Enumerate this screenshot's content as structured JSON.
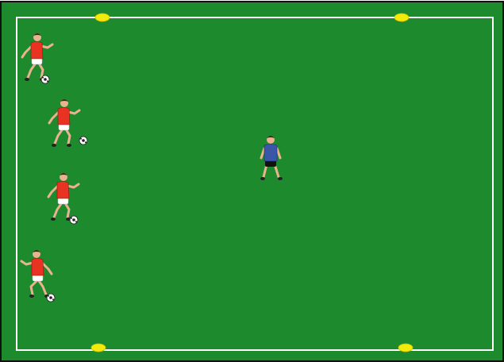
{
  "diagram": {
    "colors": {
      "pitch": "#1e8a2e",
      "pitch_border": "#111111",
      "lines": "#ffffff",
      "cone": "#f2ea0a",
      "attacker_shirt": "#e83222",
      "attacker_shorts": "#ffffff",
      "defender_shirt": "#3a57a7",
      "defender_shorts": "#111111",
      "skin": "#e9b38f",
      "ball": "#ffffff"
    },
    "cones": [
      {
        "id": "cone-top-left"
      },
      {
        "id": "cone-top-right"
      },
      {
        "id": "cone-bottom-left"
      },
      {
        "id": "cone-bottom-right"
      }
    ],
    "attackers": [
      {
        "id": "attacker-1",
        "has_ball": true
      },
      {
        "id": "attacker-2",
        "has_ball": true
      },
      {
        "id": "attacker-3",
        "has_ball": true
      },
      {
        "id": "attacker-4",
        "has_ball": true
      }
    ],
    "defenders": [
      {
        "id": "defender-1"
      }
    ]
  }
}
